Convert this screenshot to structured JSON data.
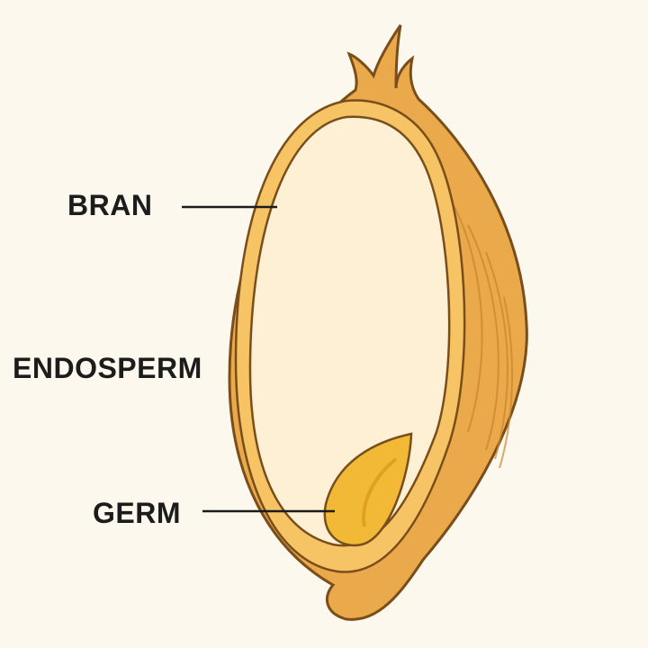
{
  "labels": {
    "bran": "BRAN",
    "endosperm": "ENDOSPERM",
    "germ": "GERM"
  },
  "colors": {
    "background": "#fcf8ee",
    "bran": "#eaa94a",
    "bran_inner": "#f6c465",
    "endosperm": "#fdf0d4",
    "germ": "#f2b937",
    "outline": "#7a4e1a"
  }
}
